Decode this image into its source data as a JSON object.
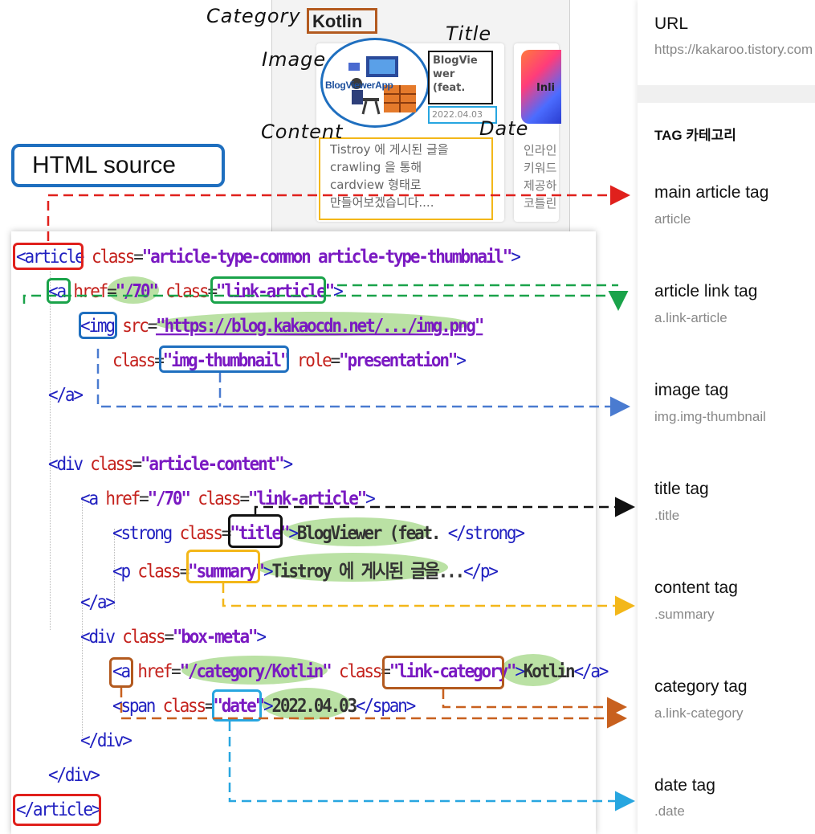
{
  "labels": {
    "category": "Category",
    "image": "Image",
    "title": "Title",
    "content": "Content",
    "date": "Date",
    "html_source": "HTML source"
  },
  "card": {
    "category_value": "Kotlin",
    "thumbnail_text": "BlogViewerApp",
    "title_text": "BlogVie\nwer\n(feat.",
    "date_text": "2022.04.03",
    "content_text": "Tistroy 에 게시된 글을\ncrawling 을 통해\ncardview 형태로\n만들어보겠습니다....",
    "card2_thumb_text": "Inli",
    "card2_text": "인라인\n키워드\n제공하\n코틀린"
  },
  "code": {
    "l1": {
      "o": "<",
      "tag": "article",
      "a1": " class",
      "eq": "=",
      "v1": "\"article-type-common article-type-thumbnail\"",
      "c": ">"
    },
    "l2": {
      "o": "<",
      "tag": "a",
      "a1": " href",
      "eq": "=",
      "v1": "\"/70\"",
      "a2": " class",
      "v2": "\"link-article\"",
      "c": ">"
    },
    "l3": {
      "o": "<",
      "tag": "img",
      "a1": " src",
      "eq": "=",
      "v1": "\"https://blog.kakaocdn.net/.../img.png\""
    },
    "l4": {
      "a1": "class",
      "eq": "=",
      "v1": "\"img-thumbnail\"",
      "a2": " role",
      "v2": "\"presentation\"",
      "c": ">"
    },
    "l5": "</a>",
    "l6": {
      "o": "<",
      "tag": "div",
      "a1": " class",
      "eq": "=",
      "v1": "\"article-content\"",
      "c": ">"
    },
    "l7": {
      "o": "<",
      "tag": "a",
      "a1": " href",
      "eq": "=",
      "v1": "\"/70\"",
      "a2": " class",
      "v2": "\"link-article\"",
      "c": ">"
    },
    "l8": {
      "o": "<",
      "tag": "strong",
      "a1": " class",
      "eq": "=",
      "v1": "\"title\"",
      "c": ">",
      "text": "BlogViewer (feat. ",
      "end": "</strong>"
    },
    "l9": {
      "o": "<",
      "tag": "p",
      "a1": " class",
      "eq": "=",
      "v1": "\"summary\"",
      "c": ">",
      "text": "Tistroy 에 게시된 글을...",
      "end": "</p>"
    },
    "l10": "</a>",
    "l11": {
      "o": "<",
      "tag": "div",
      "a1": " class",
      "eq": "=",
      "v1": "\"box-meta\"",
      "c": ">"
    },
    "l12": {
      "o": "<",
      "tag": "a",
      "a1": " href",
      "eq": "=",
      "v1": "\"/category/Kotlin\"",
      "a2": " class",
      "v2": "\"link-category\"",
      "c": ">",
      "text": "Kotlin",
      "end": "</a>"
    },
    "l13": {
      "o": "<",
      "tag": "span",
      "a1": " class",
      "eq": "=",
      "v1": "\"date\"",
      "c": ">",
      "text": "2022.04.03",
      "end": "</span>"
    },
    "l14": "</div>",
    "l15": "</div>",
    "l16": "</article>"
  },
  "sidebar": {
    "url_label": "URL",
    "url_value": "https://kakaroo.tistory.com",
    "tag_header": "TAG 카테고리",
    "items": [
      {
        "label": "main article tag",
        "value": "article"
      },
      {
        "label": "article link tag",
        "value": "a.link-article"
      },
      {
        "label": "image tag",
        "value": "img.img-thumbnail"
      },
      {
        "label": "title tag",
        "value": ".title"
      },
      {
        "label": "content tag",
        "value": ".summary"
      },
      {
        "label": "category tag",
        "value": "a.link-category"
      },
      {
        "label": "date tag",
        "value": ".date"
      }
    ]
  },
  "colors": {
    "article": "#e0201c",
    "link": "#1aa34a",
    "image": "#1f6fbf",
    "title": "#111111",
    "summary": "#f3b719",
    "category": "#b35a1f",
    "date": "#27a6e0"
  }
}
